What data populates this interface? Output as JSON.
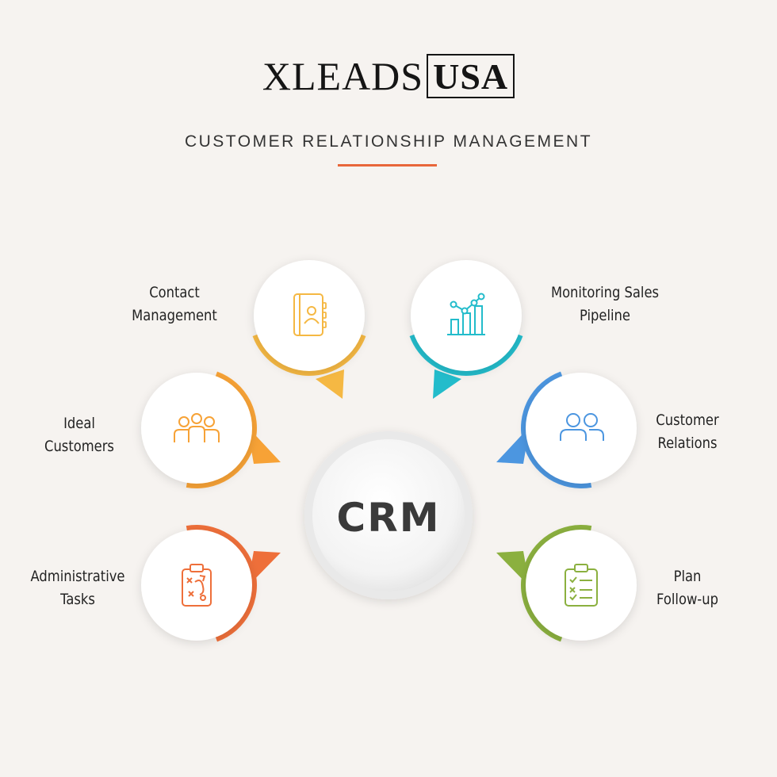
{
  "brand": {
    "logo_left": "XLEADS",
    "logo_box": "USA",
    "subtitle": "CUSTOMER RELATIONSHIP MANAGEMENT",
    "accent": "#e8663a"
  },
  "center": {
    "label": "CRM"
  },
  "nodes": [
    {
      "id": "contact-management",
      "line1": "Contact",
      "line2": "Management",
      "color": "#f5b843",
      "icon": "contact-book-icon"
    },
    {
      "id": "monitoring-sales-pipeline",
      "line1": "Monitoring Sales",
      "line2": "Pipeline",
      "color": "#23bccb",
      "icon": "bar-chart-icon"
    },
    {
      "id": "ideal-customers",
      "line1": "Ideal",
      "line2": "Customers",
      "color": "#f7a236",
      "icon": "group-icon"
    },
    {
      "id": "customer-relations",
      "line1": "Customer",
      "line2": "Relations",
      "color": "#4c96e0",
      "icon": "users-icon"
    },
    {
      "id": "administrative-tasks",
      "line1": "Administrative",
      "line2": "Tasks",
      "color": "#ee6f3a",
      "icon": "strategy-clipboard-icon"
    },
    {
      "id": "plan-follow-up",
      "line1": "Plan",
      "line2": "Follow-up",
      "color": "#8bb03f",
      "icon": "checklist-clipboard-icon"
    }
  ]
}
